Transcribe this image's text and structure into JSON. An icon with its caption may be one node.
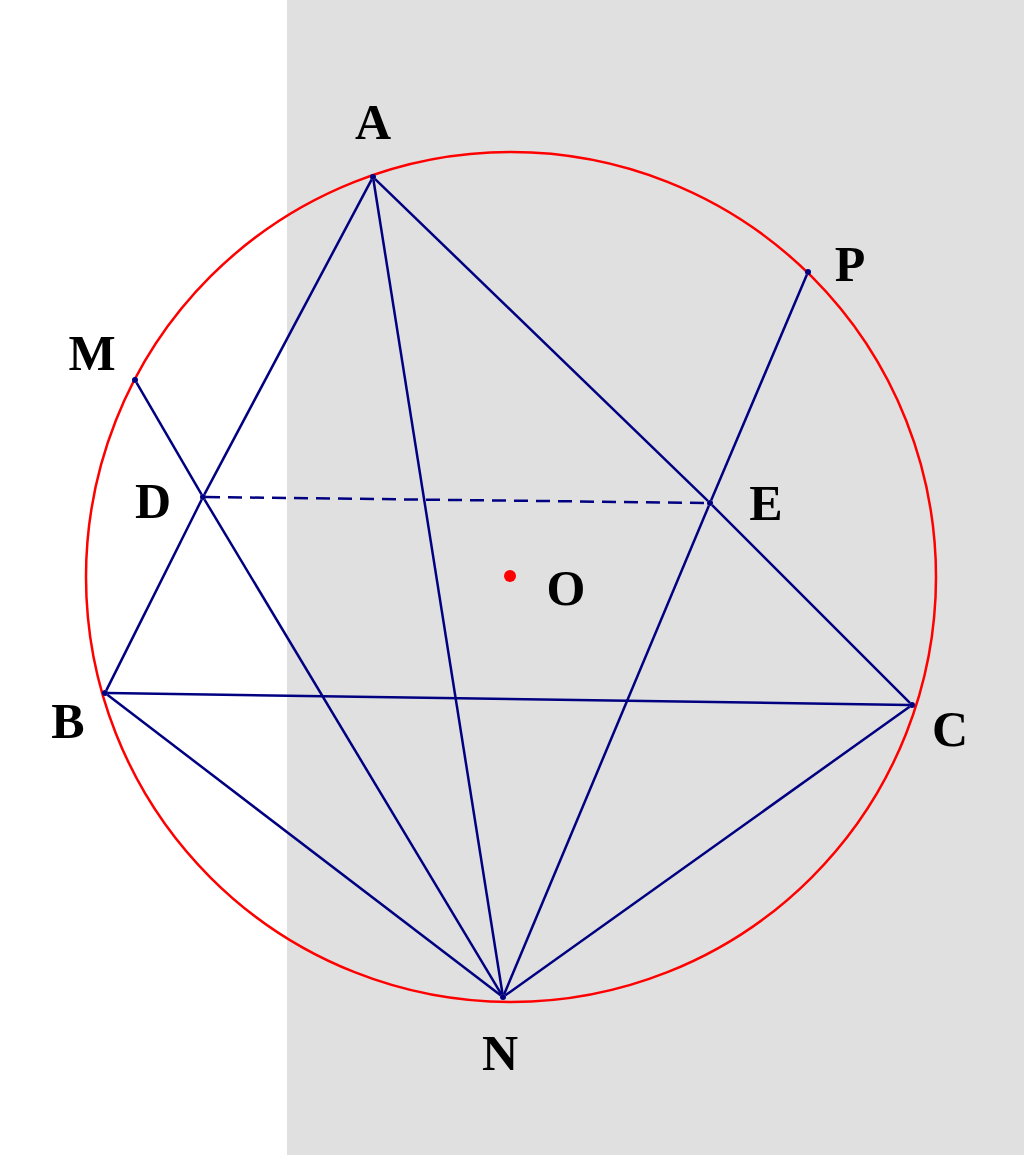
{
  "diagram": {
    "nodes": [
      {
        "text": [
          "A"
        ]
      },
      {
        "text": [
          "M"
        ]
      },
      {
        "text": [
          "P"
        ]
      },
      {
        "text": [
          "D"
        ]
      },
      {
        "text": [
          "E"
        ]
      },
      {
        "text": [
          "O"
        ]
      },
      {
        "text": [
          "B"
        ]
      },
      {
        "text": [
          "C"
        ]
      },
      {
        "text": [
          "N"
        ]
      }
    ],
    "edges": [
      {
        "from": 0,
        "to": 3,
        "arrow": "none"
      },
      {
        "from": 3,
        "to": 6,
        "arrow": "none"
      },
      {
        "from": 0,
        "to": 4,
        "arrow": "none"
      },
      {
        "from": 4,
        "to": 7,
        "arrow": "none"
      },
      {
        "from": 0,
        "to": 8,
        "arrow": "none"
      },
      {
        "from": 1,
        "to": 3,
        "arrow": "none"
      },
      {
        "from": 3,
        "to": 8,
        "arrow": "none"
      },
      {
        "from": 2,
        "to": 4,
        "arrow": "none"
      },
      {
        "from": 4,
        "to": 8,
        "arrow": "none"
      },
      {
        "from": 3,
        "to": 4,
        "arrow": "none",
        "style": "dashed"
      },
      {
        "from": 6,
        "to": 7,
        "arrow": "none"
      },
      {
        "from": 6,
        "to": 8,
        "arrow": "none"
      },
      {
        "from": 7,
        "to": 8,
        "arrow": "none"
      }
    ]
  }
}
